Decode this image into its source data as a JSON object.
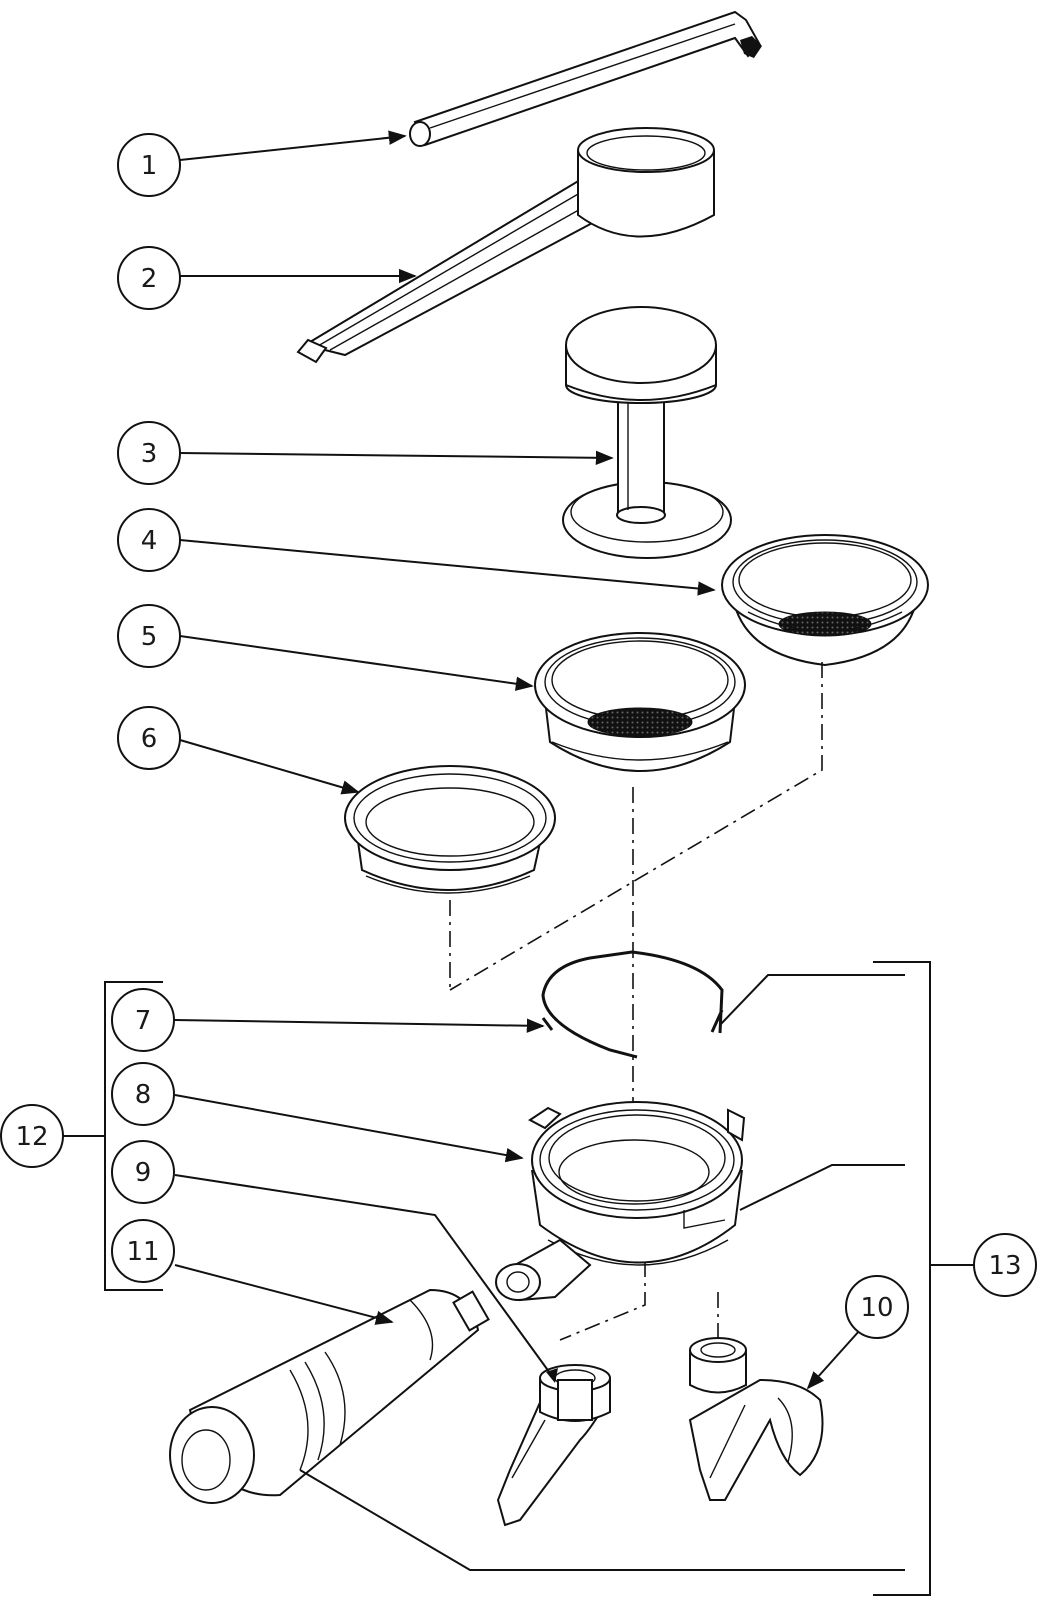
{
  "diagram": {
    "callouts": [
      {
        "id": "c1",
        "label": "1"
      },
      {
        "id": "c2",
        "label": "2"
      },
      {
        "id": "c3",
        "label": "3"
      },
      {
        "id": "c4",
        "label": "4"
      },
      {
        "id": "c5",
        "label": "5"
      },
      {
        "id": "c6",
        "label": "6"
      },
      {
        "id": "c7",
        "label": "7"
      },
      {
        "id": "c8",
        "label": "8"
      },
      {
        "id": "c9",
        "label": "9"
      },
      {
        "id": "c10",
        "label": "10"
      },
      {
        "id": "c11",
        "label": "11"
      },
      {
        "id": "c12",
        "label": "12"
      },
      {
        "id": "c13",
        "label": "13"
      }
    ],
    "colors": {
      "line": "#111111",
      "background": "#ffffff"
    }
  }
}
